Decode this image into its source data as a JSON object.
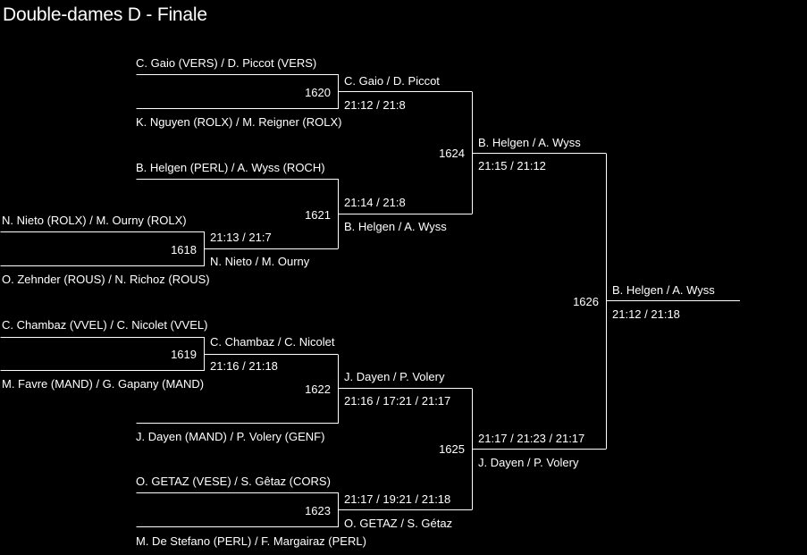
{
  "title": "Double-dames D - Finale",
  "entries": {
    "e1": "C. Gaio (VERS) / D. Piccot (VERS)",
    "e2": "K. Nguyen (ROLX) / M. Reigner (ROLX)",
    "e3": "B. Helgen (PERL) / A. Wyss (ROCH)",
    "e4": "N. Nieto (ROLX) / M. Ourny (ROLX)",
    "e5": "O. Zehnder (ROUS) / N. Richoz (ROUS)",
    "e6": "C. Chambaz (VVEL) / C. Nicolet (VVEL)",
    "e7": "M. Favre (MAND) / G. Gapany (MAND)",
    "e8": "J. Dayen (MAND) / P. Volery (GENF)",
    "e9": "O. GETAZ (VESE) / S. Gêtaz (CORS)",
    "e10": "M. De Stefano (PERL) / F. Margairaz (PERL)"
  },
  "matches": {
    "m1618": {
      "id": "1618",
      "winner": "N. Nieto / M. Ourny",
      "score": "21:13 / 21:7"
    },
    "m1619": {
      "id": "1619",
      "winner": "C. Chambaz / C. Nicolet",
      "score": "21:16 / 21:18"
    },
    "m1620": {
      "id": "1620",
      "winner": "C. Gaio / D. Piccot",
      "score": "21:12 / 21:8"
    },
    "m1621": {
      "id": "1621",
      "winner": "B. Helgen / A. Wyss",
      "score": "21:14 / 21:8"
    },
    "m1622": {
      "id": "1622",
      "winner": "J. Dayen / P. Volery",
      "score": "21:16 / 17:21 / 21:17"
    },
    "m1623": {
      "id": "1623",
      "winner": "O. GETAZ / S. Gétaz",
      "score": "21:17 / 19:21 / 21:18"
    },
    "m1624": {
      "id": "1624",
      "winner": "B. Helgen / A. Wyss",
      "score": "21:15 / 21:12"
    },
    "m1625": {
      "id": "1625",
      "winner": "J. Dayen / P. Volery",
      "score": "21:17 / 21:23 / 21:17"
    },
    "m1626": {
      "id": "1626",
      "winner": "B. Helgen / A. Wyss",
      "score": "21:12 / 21:18"
    }
  }
}
